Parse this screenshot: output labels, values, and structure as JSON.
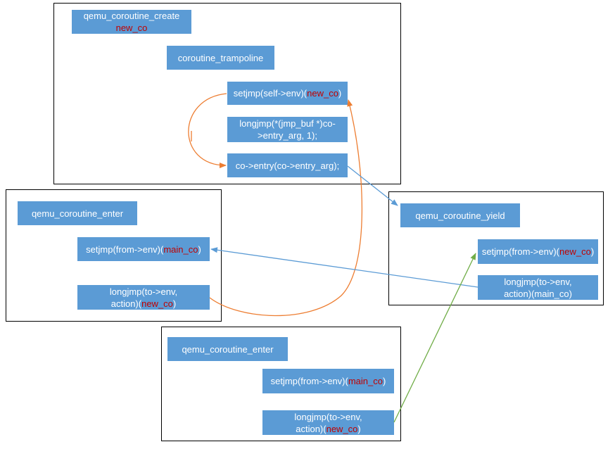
{
  "colors": {
    "node_fill": "#5b9bd5",
    "highlight": "#c00000",
    "edge_blue": "#5b9bd5",
    "edge_orange": "#ed7d31",
    "edge_green": "#70ad47"
  },
  "groups": {
    "top": {
      "create": {
        "a": "qemu_coroutine_create",
        "b": "new_co"
      },
      "trampoline": {
        "a": "coroutine_trampoline"
      },
      "setjmp_self": {
        "a": "setjmp(self->env)(",
        "b": "new_co",
        "c": ")"
      },
      "longjmp_entry": {
        "a": "longjmp(*(jmp_buf *)co-",
        "b": ">entry_arg, 1);"
      },
      "co_entry": {
        "a": "co->entry(co->entry_arg);"
      }
    },
    "left": {
      "enter": {
        "a": "qemu_coroutine_enter"
      },
      "setjmp_from": {
        "a": "setjmp(from->env)(",
        "b": "main_co",
        "c": ")"
      },
      "longjmp_to": {
        "a": "longjmp(to->env,",
        "b": "action)(",
        "c": "new_co",
        "d": ")"
      }
    },
    "right": {
      "yield": {
        "a": "qemu_coroutine_yield"
      },
      "setjmp_from": {
        "a": "setjmp(from->env)(",
        "b": "new_co",
        "c": ")"
      },
      "longjmp_to": {
        "a": "longjmp(to->env,",
        "b": "action)(main_co)"
      }
    },
    "bottom": {
      "enter": {
        "a": "qemu_coroutine_enter"
      },
      "setjmp_from": {
        "a": "setjmp(from->env)(",
        "b": "main_co",
        "c": ")"
      },
      "longjmp_to": {
        "a": "longjmp(to->env,",
        "b": "action)(",
        "c": "new_co",
        "d": ")"
      }
    }
  }
}
